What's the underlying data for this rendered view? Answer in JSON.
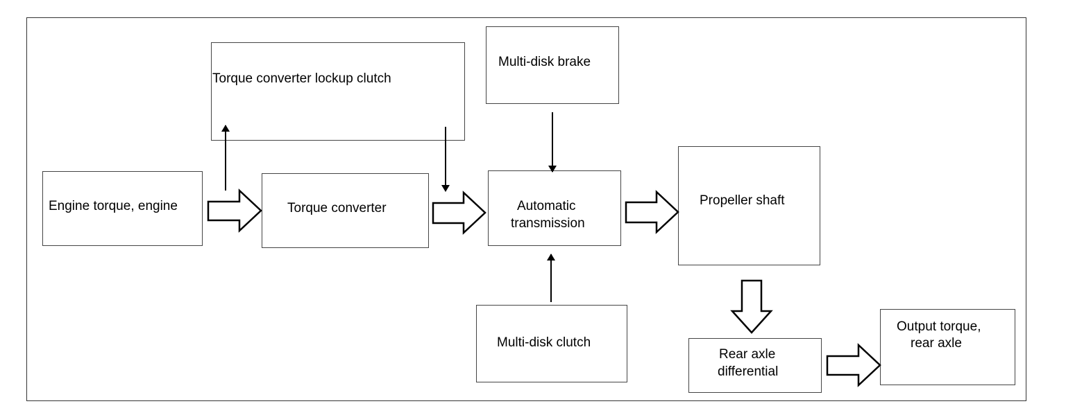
{
  "diagram": {
    "boxes": {
      "engine": "Engine torque, engine",
      "lockup": "Torque converter lockup clutch",
      "converter": "Torque converter",
      "brake": "Multi-disk brake",
      "transmission_line1": "Automatic",
      "transmission_line2": "transmission",
      "clutch": "Multi-disk clutch",
      "propeller": "Propeller shaft",
      "differential_line1": "Rear axle",
      "differential_line2": "differential",
      "output_line1": "Output torque,",
      "output_line2": "rear axle"
    }
  }
}
